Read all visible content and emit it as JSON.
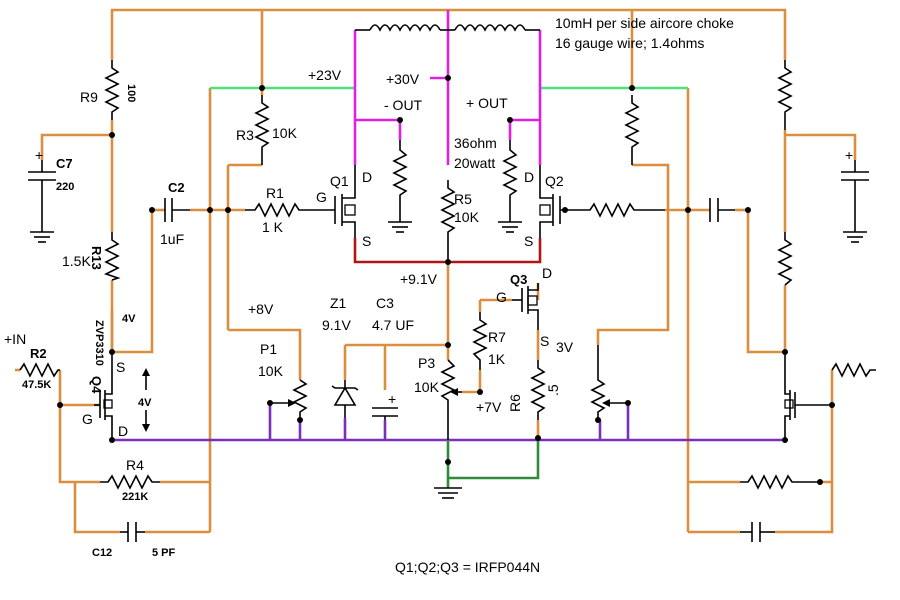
{
  "labels": {
    "choke_line1": "10mH per side aircore choke",
    "choke_line2": "16 gauge wire; 1.4ohms",
    "v23": "+23V",
    "v30": "+30V",
    "out_neg": "- OUT",
    "out_pos": "+ OUT",
    "load_ohm": "36ohm",
    "load_watt": "20watt",
    "r9": "R9",
    "r9_val": "100",
    "r3": "R3",
    "r3_val": "10K",
    "c7": "C7",
    "c7_val": "220",
    "c2": "C2",
    "c2_val": "1uF",
    "r1": "R1",
    "r1_val": "1 K",
    "q1": "Q1",
    "q2": "Q2",
    "q3": "Q3",
    "g": "G",
    "d": "D",
    "s": "S",
    "r5": "R5",
    "r5_val": "10K",
    "r13": "R13",
    "r13_val": "1.5K",
    "v4": "4V",
    "v91": "+9.1V",
    "zvp": "ZVP3310",
    "v8": "+8V",
    "z1": "Z1",
    "z1_val": "9.1V",
    "c3": "C3",
    "c3_val": "4.7 UF",
    "r7": "R7",
    "r7_val": "1K",
    "v3": "3V",
    "in": "+IN",
    "r2": "R2",
    "r2_val": "47.5K",
    "q4": "Q4",
    "p1": "P1",
    "p1_val": "10K",
    "p3": "P3",
    "p3_val": "10K",
    "v7": "+7V",
    "r6": "R6",
    "r6_val": ".5",
    "r4": "R4",
    "r4_val": "221K",
    "c12": "C12",
    "c12_val": "5 PF",
    "footer": "Q1;Q2;Q3 =  IRFP044N"
  },
  "wire_colors": {
    "supply": "#d98f3f",
    "rail_23v": "#4fe07a",
    "output": "#e020e0",
    "source": "#b01414",
    "ground_bus": "#7a2fb8",
    "ground": "#2e8b3a"
  }
}
